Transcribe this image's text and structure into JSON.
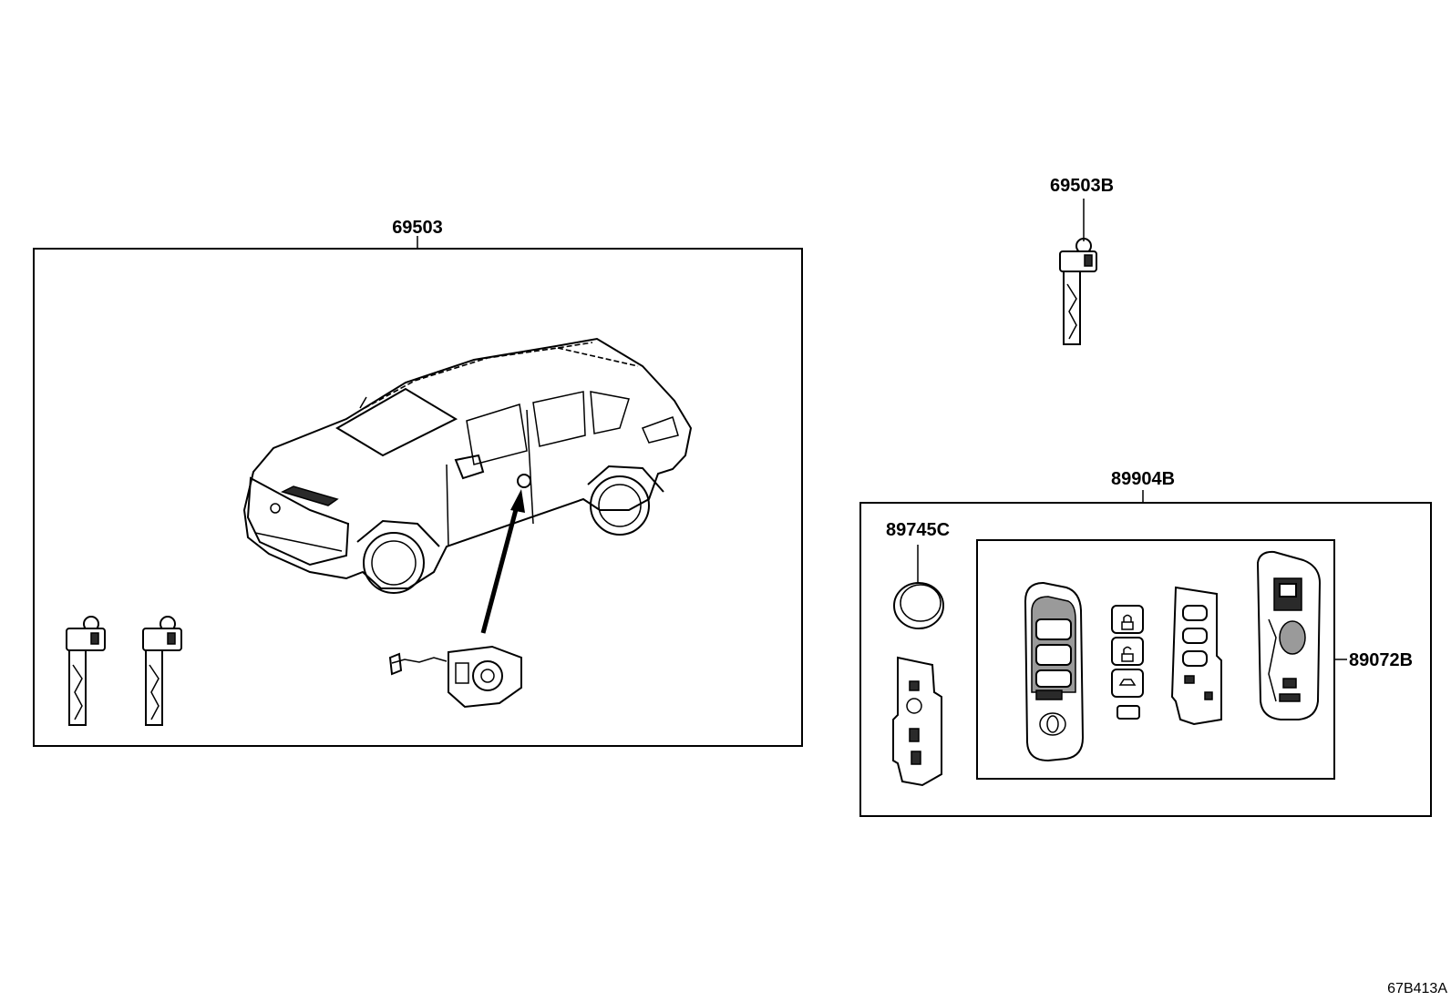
{
  "parts": {
    "main_kit": "69503",
    "spare_key": "69503B",
    "transmitter_set": "89904B",
    "battery": "89745C",
    "transmitter_housing": "89072B"
  },
  "figure_ref": "67B413A"
}
